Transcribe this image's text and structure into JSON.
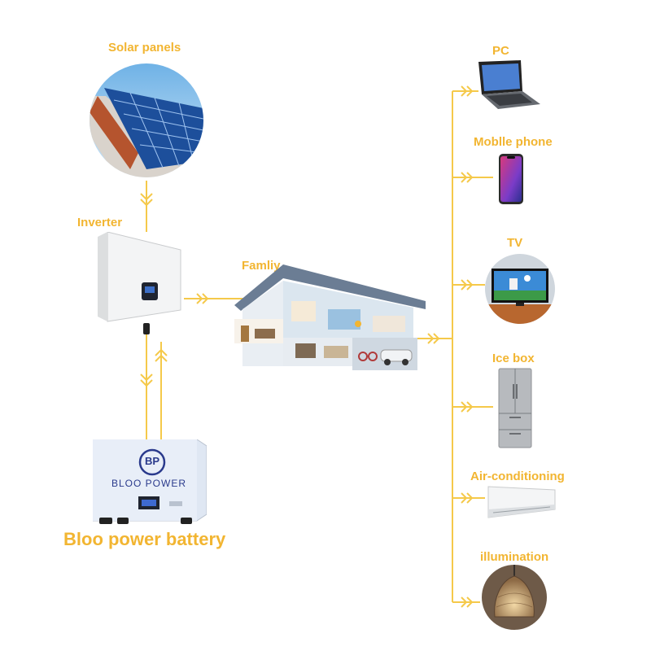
{
  "labels": {
    "solar_panels": "Solar panels",
    "inverter": "Inverter",
    "family": "Famliy",
    "battery": "Bloo power battery",
    "pc": "PC",
    "mobile_phone": "Moblle phone",
    "tv": "TV",
    "ice_box": "Ice box",
    "air_conditioning": "Air-conditioning",
    "illumination": "illumination"
  },
  "battery_panel": {
    "logo_text": "BP",
    "brand": "BLOO POWER"
  },
  "colors": {
    "wire": "#f5c94a",
    "label": "#f2b531",
    "battery_brand": "#2a3a8c"
  },
  "icons": {
    "solar": "solar-panel-roof-photo",
    "inverter": "inverter-box",
    "house": "house-cutaway",
    "pc": "laptop-icon",
    "phone": "smartphone-icon",
    "tv": "tv-icon",
    "fridge": "fridge-icon",
    "ac": "air-conditioner-icon",
    "lamp": "pendant-lamp-icon"
  }
}
